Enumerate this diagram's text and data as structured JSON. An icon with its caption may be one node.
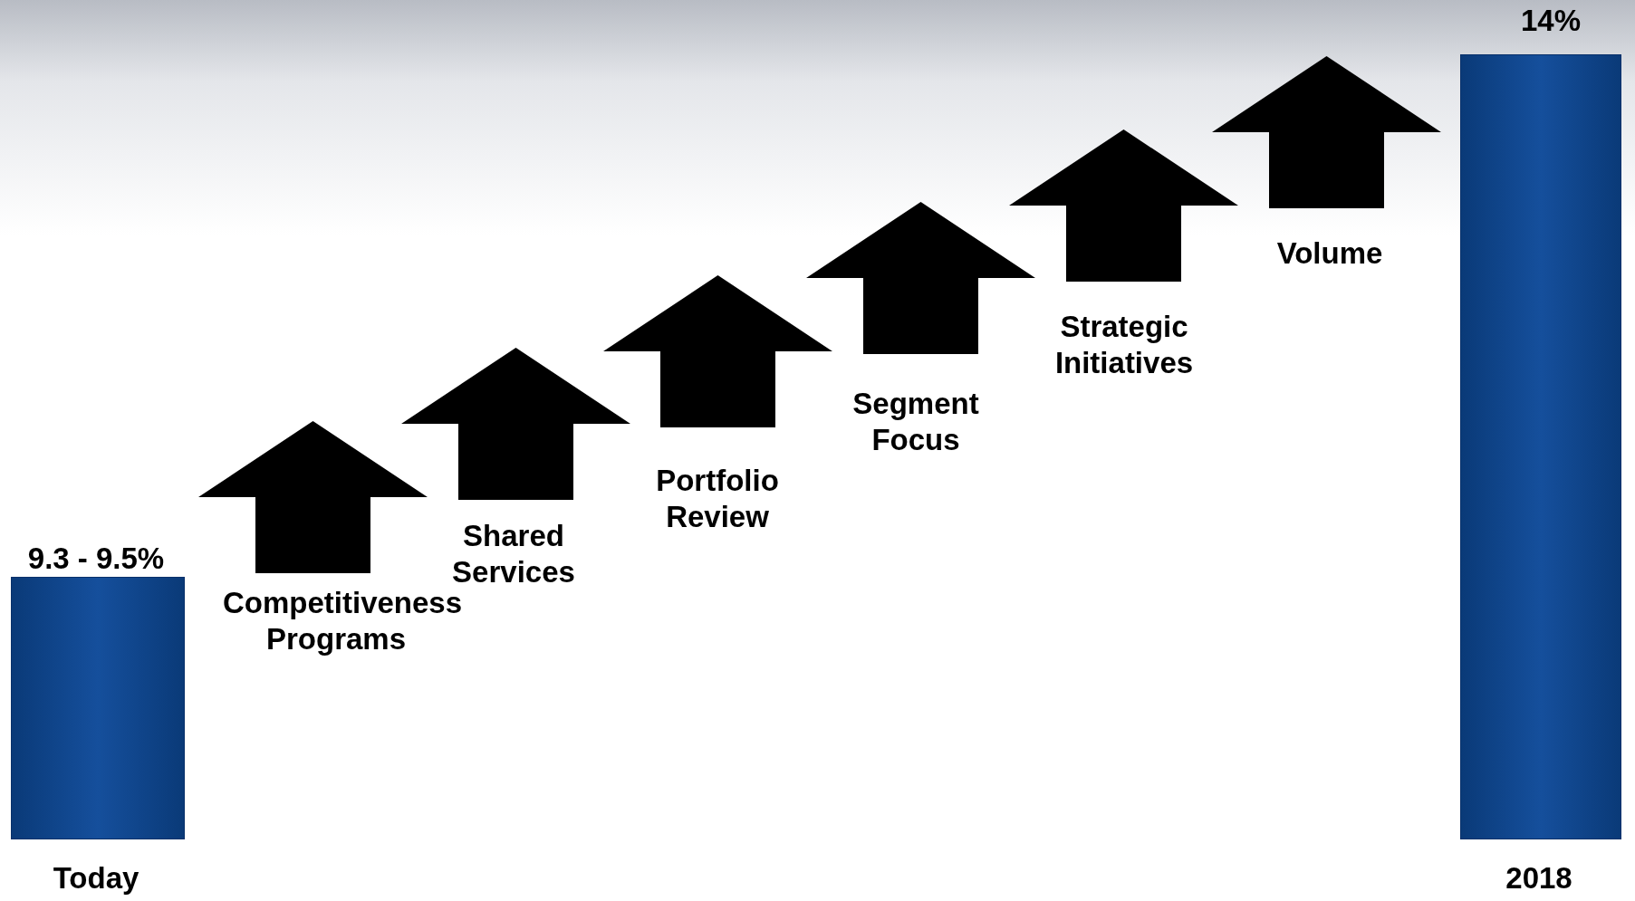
{
  "diagram": {
    "nodes": [
      {
        "text": [],
        "shape": "bar",
        "beside": [
          "9.3 - 9.5%",
          "Today"
        ]
      },
      {
        "text": [],
        "shape": "bar",
        "beside": [
          "14%",
          "2018"
        ]
      }
    ],
    "labels": [
      "Competitiveness Programs",
      "Shared Services",
      "Portfolio Review",
      "Segment Focus",
      "Strategic Initiatives",
      "Volume"
    ]
  }
}
